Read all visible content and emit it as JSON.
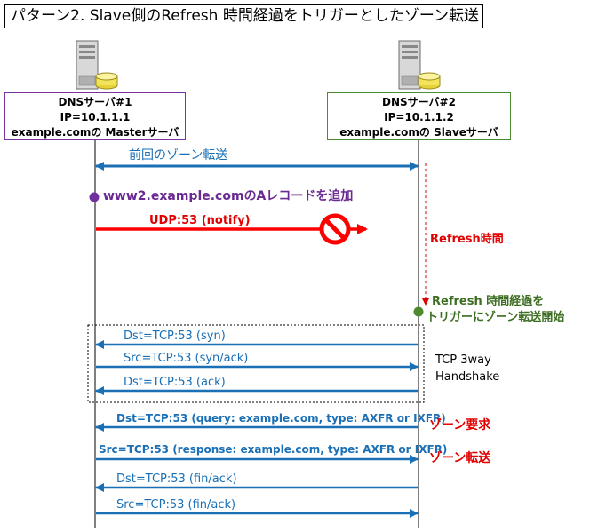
{
  "title": "パターン2. Slave側のRefresh 時間経過をトリガーとしたゾーン転送",
  "colors": {
    "arrow": "#1a6fb5",
    "notify": "#ff0000",
    "server1_border": "#7a35a3",
    "server2_border": "#4e8a30"
  },
  "server1": {
    "icon": "server-icon",
    "line1": "DNSサーバ#1",
    "line2": "IP=10.1.1.1",
    "line3": "example.comの Masterサーバ"
  },
  "server2": {
    "icon": "server-icon",
    "line1": "DNSサーバ#2",
    "line2": "IP=10.1.1.2",
    "line3": "example.comの Slaveサーバ"
  },
  "events": {
    "previous_transfer": "前回のゾーン転送",
    "add_record_domain": "www2.example.com",
    "add_record_rest": "のAレコードを追加",
    "notify": "UDP:53 (notify)",
    "refresh_time": "Refresh時間",
    "refresh_elapsed_1": "Refresh 時間経過を",
    "refresh_elapsed_2": "トリガーにゾーン転送開始"
  },
  "handshake": {
    "label_1": "TCP 3way",
    "label_2": "Handshake",
    "syn": "Dst=TCP:53 (syn)",
    "synack": "Src=TCP:53 (syn/ack)",
    "ack": "Dst=TCP:53 (ack)"
  },
  "transfer": {
    "query": "Dst=TCP:53  (query: example.com, type: AXFR or IXFR)",
    "query_note": "ゾーン要求",
    "response": "Src=TCP:53  (response: example.com, type: AXFR or IXFR)",
    "response_note": "ゾーン転送",
    "fin1": "Dst=TCP:53 (fin/ack)",
    "fin2": "Src=TCP:53 (fin/ack)"
  }
}
